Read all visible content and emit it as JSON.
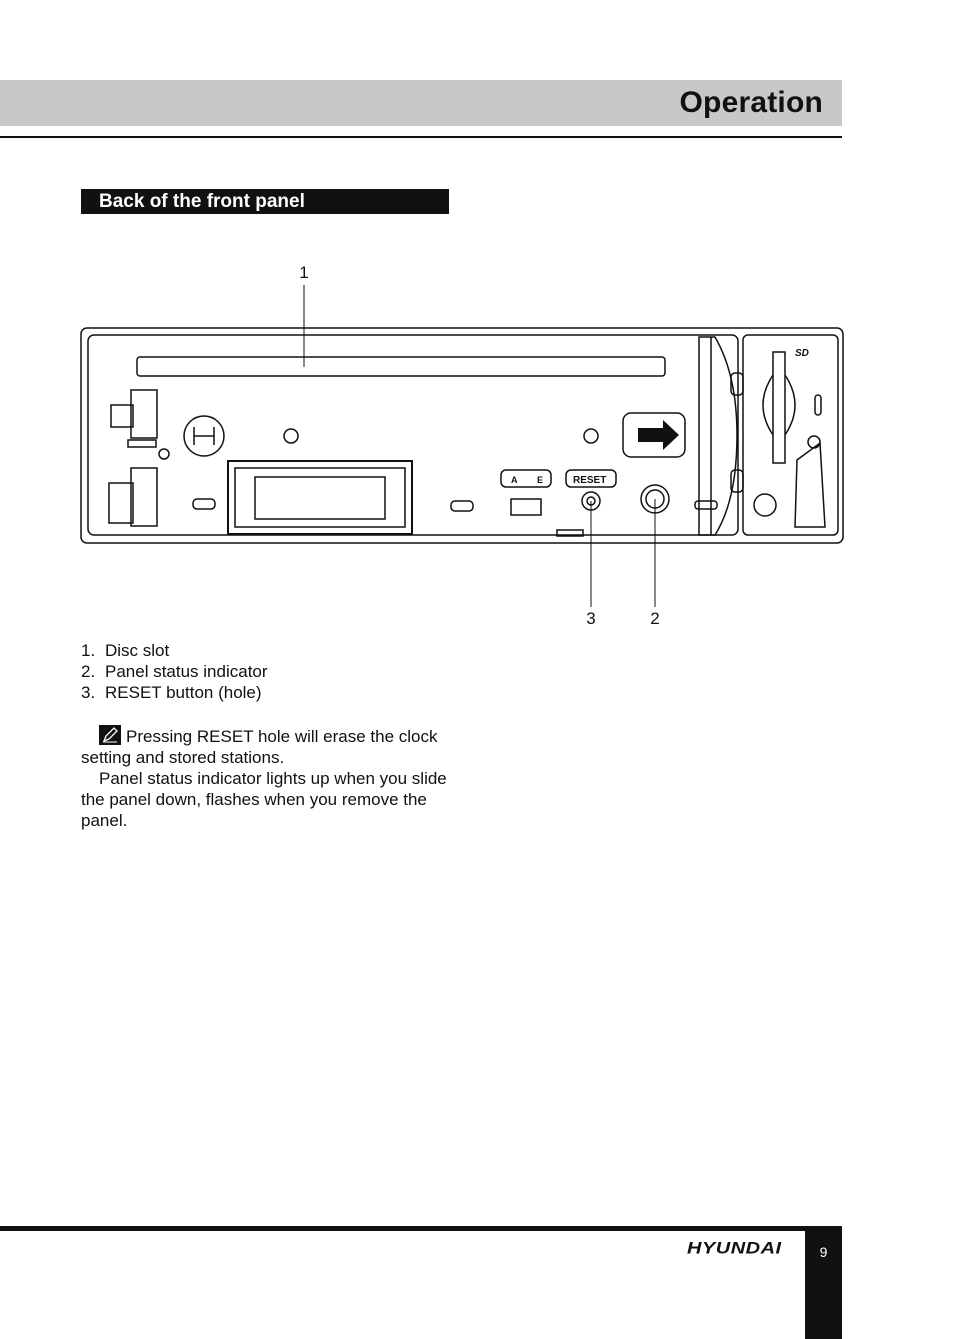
{
  "header": {
    "title": "Operation"
  },
  "section": {
    "heading": "Back of the front panel"
  },
  "diagram": {
    "callouts": [
      "1",
      "3",
      "2"
    ],
    "button_labels": {
      "ae_a": "A",
      "ae_e": "E",
      "reset": "RESET"
    },
    "card_logo": "SD"
  },
  "legend": {
    "items": [
      {
        "num": "1.",
        "label": "Disc slot"
      },
      {
        "num": "2.",
        "label": "Panel status indicator"
      },
      {
        "num": "3.",
        "label": "RESET button (hole)"
      }
    ]
  },
  "notes": {
    "icon": "pencil-note-icon",
    "note1": "Pressing RESET hole will erase the clock setting and stored stations.",
    "note2": "Panel status indicator lights up when you slide the panel down, flashes when you remove the panel."
  },
  "footer": {
    "brand": "HYUNDAI",
    "page_number": "9"
  }
}
